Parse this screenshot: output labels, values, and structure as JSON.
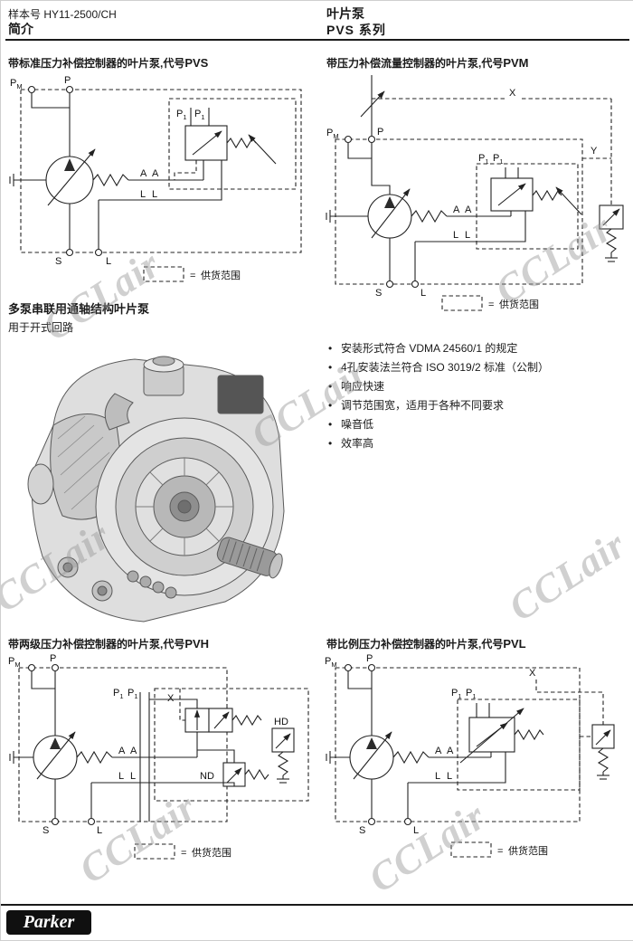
{
  "header": {
    "doc_number": "样本号 HY11-2500/CH",
    "section": "简介",
    "product": "叶片泵",
    "series": "PVS 系列"
  },
  "watermark": "CCLair",
  "diagrams": {
    "pvs": {
      "title": "带标准压力补偿控制器的叶片泵,代号",
      "code": "PVS"
    },
    "pvm": {
      "title": "带压力补偿流量控制器的叶片泵,代号",
      "code": "PVM"
    },
    "pvh": {
      "title": "带两级压力补偿控制器的叶片泵,代号",
      "code": "PVH"
    },
    "pvl": {
      "title": "带比例压力补偿控制器的叶片泵,代号",
      "code": "PVL"
    }
  },
  "ports": {
    "p": "P",
    "m": "M",
    "one": "1",
    "a": "A",
    "l": "L",
    "s": "S",
    "x": "X",
    "y": "Y",
    "hd": "HD",
    "nd": "ND"
  },
  "legend": {
    "equals": "=",
    "label": "供货范围"
  },
  "middle": {
    "heading": "多泵串联用通轴结构叶片泵",
    "subheading": "用于开式回路"
  },
  "features": {
    "bullet": "•",
    "items": [
      "安装形式符合 VDMA 24560/1 的规定",
      "4孔安装法兰符合 ISO 3019/2 标准（公制）",
      "响应快速",
      "调节范围宽，适用于各种不同要求",
      "噪音低",
      "效率高"
    ]
  },
  "footer": {
    "logo": "Parker"
  }
}
